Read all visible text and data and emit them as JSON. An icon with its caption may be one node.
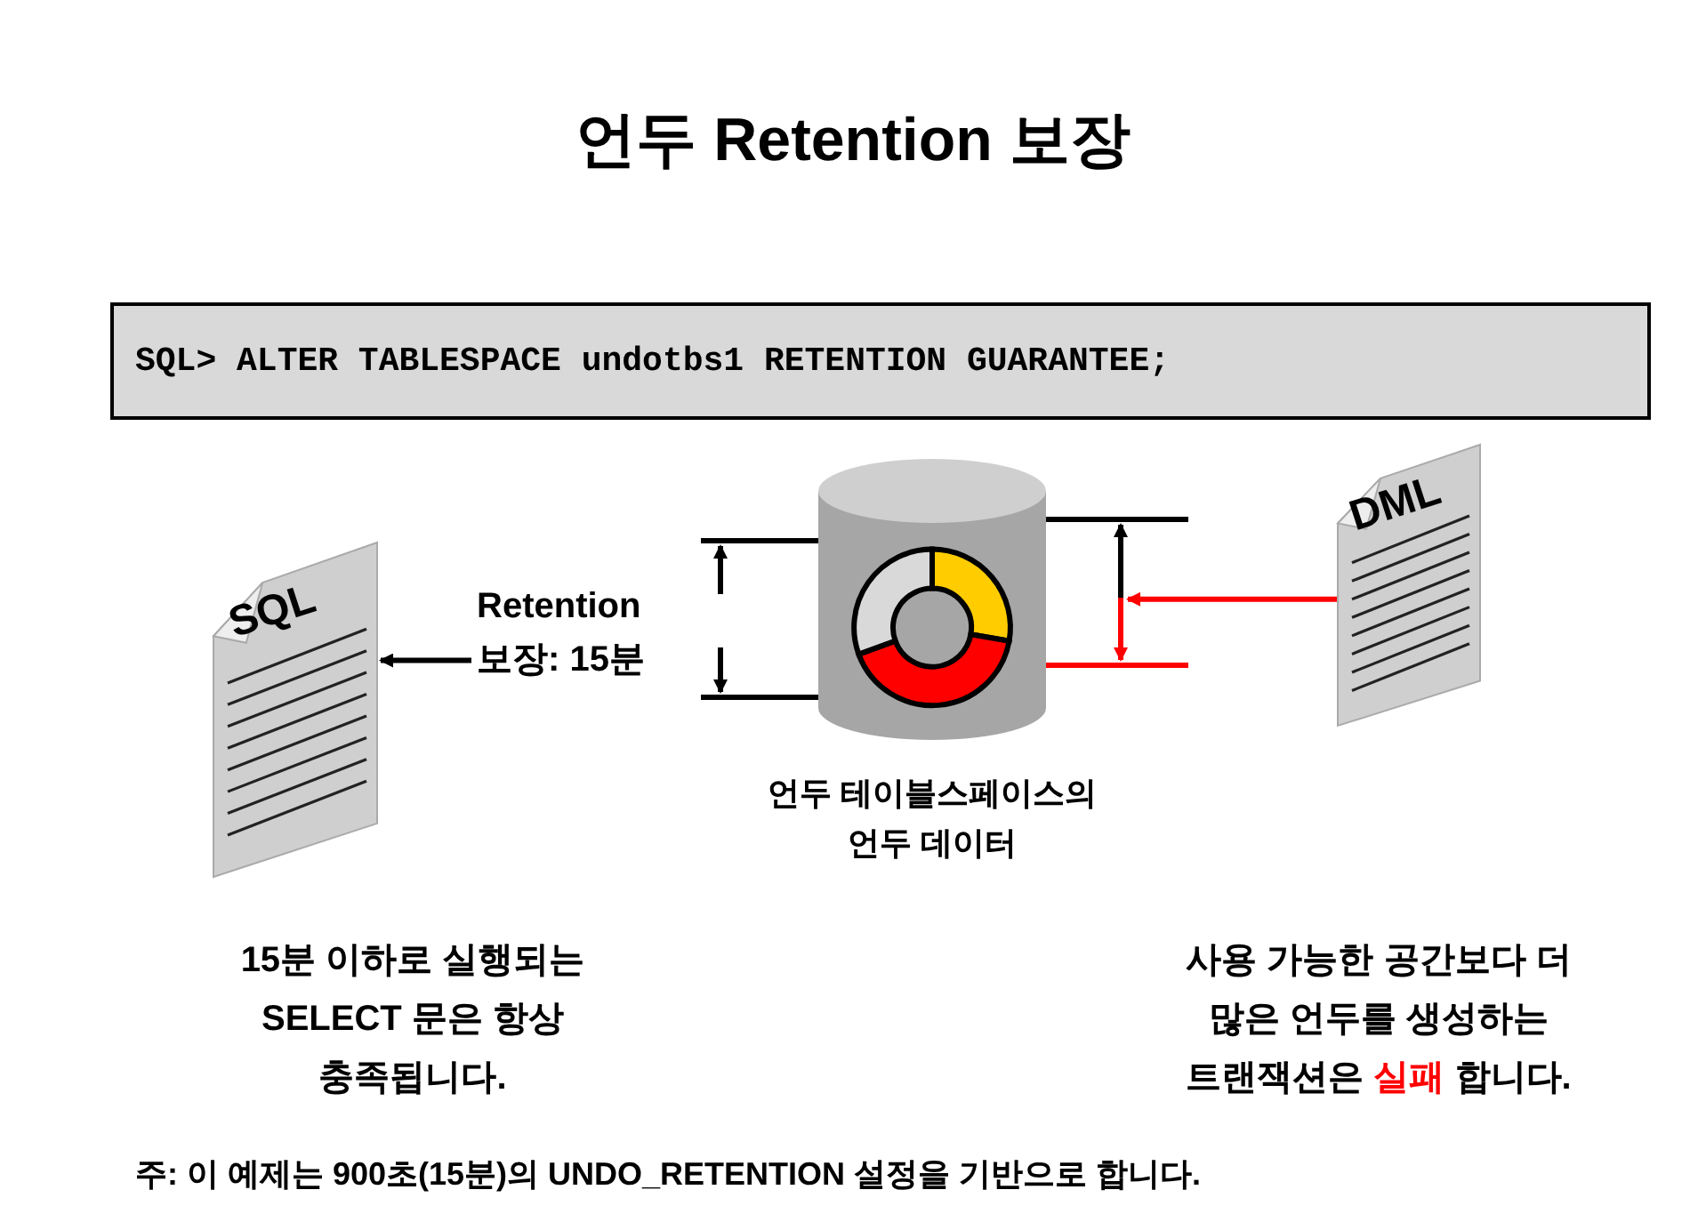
{
  "diagram": {
    "title": "언두 Retention 보장",
    "nodes": [
      {
        "text": [
          "SQL> ALTER TABLESPACE undotbs1 RETENTION GUARANTEE;"
        ]
      },
      {
        "text": [
          "SQL"
        ]
      },
      {
        "text": [
          "Retention 보장: 15분"
        ]
      },
      {
        "text": [],
        "shape": "cylinder",
        "beside": [
          "언두 테이블스페이스의 언두 데이터"
        ]
      },
      {
        "text": [
          "DML"
        ]
      }
    ],
    "edges": [
      {
        "from": 2,
        "to": 1,
        "arrow": "to"
      },
      {
        "from": 4,
        "to": null,
        "arrow": "to",
        "color": "#ff0000"
      }
    ],
    "labels": [
      "15분 이하로 실행되는 SELECT 문은 항상 충족됩니다.",
      "사용 가능한 공간보다 더 많은 언두를 생성하는 트랜잭션은 *실패* 합니다.",
      "주: 이 예제는 900초(15분)의 UNDO_RETENTION 설정을 기반으로 합니다."
    ]
  }
}
